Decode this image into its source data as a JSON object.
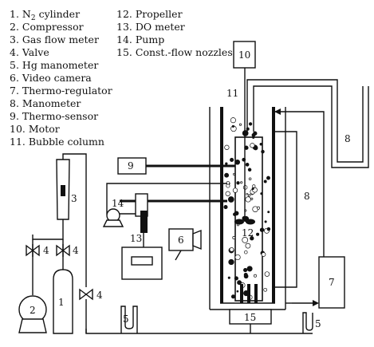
{
  "legend": [
    {
      "num": "1.",
      "text": "N",
      "sub": "2",
      "rest": " cylinder"
    },
    {
      "num": "2.",
      "text": "Compressor"
    },
    {
      "num": "3.",
      "text": "Gas flow meter"
    },
    {
      "num": "4.",
      "text": "Valve"
    },
    {
      "num": "5.",
      "text": "Hg manometer"
    },
    {
      "num": "6.",
      "text": "Video camera"
    },
    {
      "num": "7.",
      "text": "Thermo-regulator"
    },
    {
      "num": "8.",
      "text": "Manometer"
    },
    {
      "num": "9.",
      "text": "Thermo-sensor"
    },
    {
      "num": "10.",
      "text": "Motor"
    },
    {
      "num": "11.",
      "text": "Bubble column"
    },
    {
      "num": "12.",
      "text": "Propeller"
    },
    {
      "num": "13.",
      "text": "DO meter"
    },
    {
      "num": "14.",
      "text": "Pump"
    },
    {
      "num": "15.",
      "text": "Const.-flow nozzles"
    }
  ],
  "labels": {
    "n1": "1",
    "n2": "2",
    "n3": "3",
    "n4a": "4",
    "n4b": "4",
    "n4c": "4",
    "n5a": "5",
    "n5b": "5",
    "n6": "6",
    "n7": "7",
    "n8a": "8",
    "n8b": "8",
    "n9": "9",
    "n10": "10",
    "n11": "11",
    "n12": "12",
    "n13": "13",
    "n14": "14",
    "n15": "15"
  }
}
